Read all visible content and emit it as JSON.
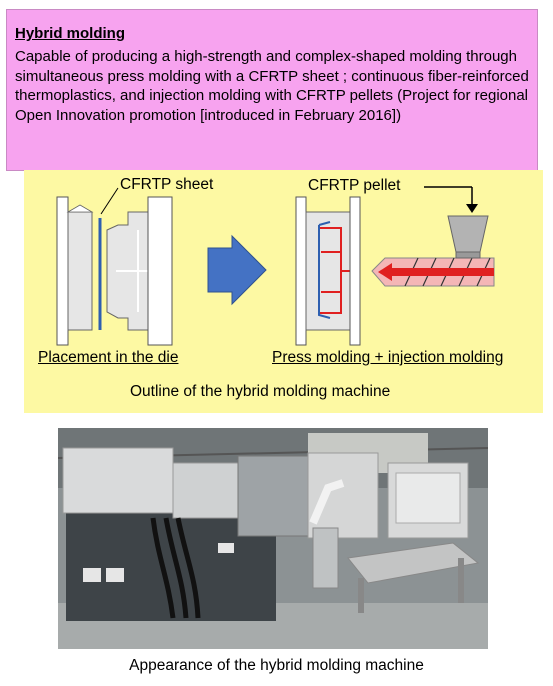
{
  "header": {
    "title": "Hybrid molding",
    "body": "Capable of producing a high-strength and complex-shaped molding through simultaneous press molding with a CFRTP sheet ; continuous fiber-reinforced thermoplastics,  and injection molding with CFRTP pellets (Project for regional Open Innovation promotion [introduced in February 2016])"
  },
  "diagram": {
    "sheet_label": "CFRTP sheet",
    "pellet_label": "CFRTP pellet",
    "left_caption": "Placement in the die",
    "right_caption": "Press molding + injection molding",
    "outline_caption": "Outline of the hybrid molding machine"
  },
  "photo": {
    "caption": "Appearance of the hybrid molding machine"
  },
  "colors": {
    "header_bg": "#f7a3ef",
    "diagram_bg": "#fdf9a3",
    "arrow": "#4472c4",
    "injection_red": "#e02020",
    "sheet_blue": "#2e5fb0"
  }
}
